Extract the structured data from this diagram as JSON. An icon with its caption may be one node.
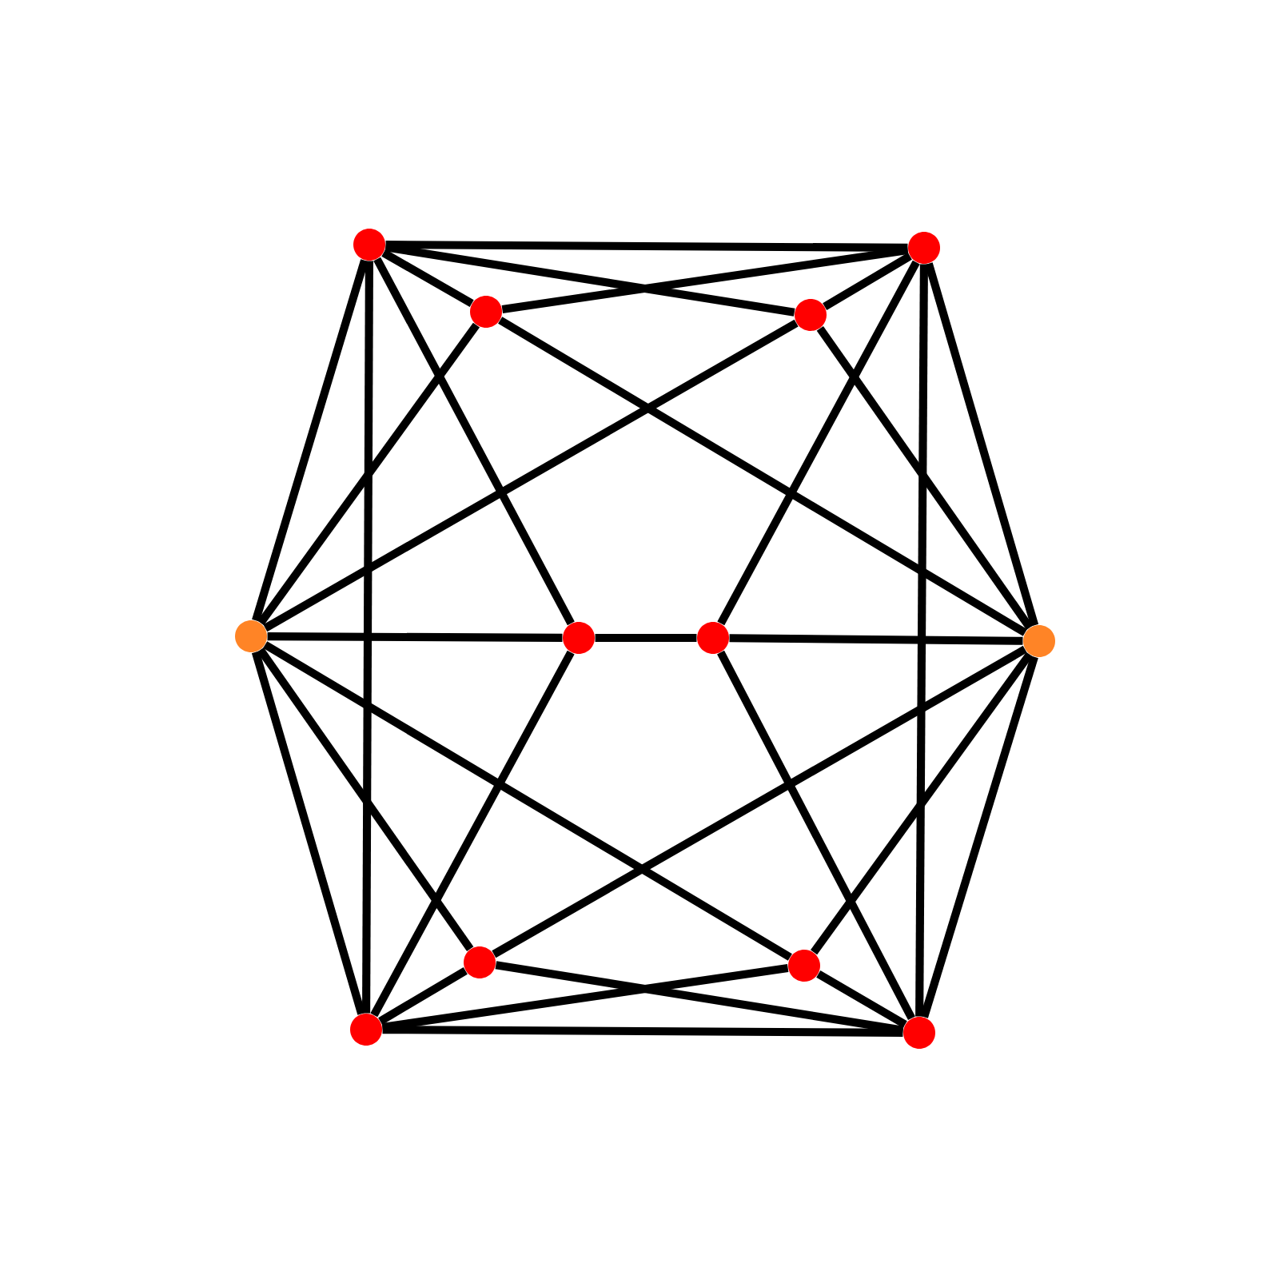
{
  "diagram": {
    "nodes": [
      {
        "text": [],
        "shape": "circle"
      },
      {
        "text": [],
        "shape": "circle"
      },
      {
        "text": [],
        "shape": "circle"
      },
      {
        "text": [],
        "shape": "circle"
      },
      {
        "text": [],
        "shape": "circle"
      },
      {
        "text": [],
        "shape": "circle"
      },
      {
        "text": [],
        "shape": "circle"
      },
      {
        "text": [],
        "shape": "circle"
      },
      {
        "text": [],
        "shape": "circle"
      },
      {
        "text": [],
        "shape": "circle"
      },
      {
        "text": [],
        "shape": "circle"
      },
      {
        "text": [],
        "shape": "circle"
      }
    ],
    "edges": [
      {
        "from": 0,
        "to": 1,
        "arrow": "none"
      },
      {
        "from": 0,
        "to": 3,
        "arrow": "none"
      },
      {
        "from": 0,
        "to": 2,
        "arrow": "none"
      },
      {
        "from": 0,
        "to": 4,
        "arrow": "none"
      },
      {
        "from": 0,
        "to": 10,
        "arrow": "none"
      },
      {
        "from": 0,
        "to": 5,
        "arrow": "none"
      },
      {
        "from": 1,
        "to": 2,
        "arrow": "none"
      },
      {
        "from": 1,
        "to": 3,
        "arrow": "none"
      },
      {
        "from": 1,
        "to": 6,
        "arrow": "none"
      },
      {
        "from": 1,
        "to": 11,
        "arrow": "none"
      },
      {
        "from": 1,
        "to": 7,
        "arrow": "none"
      },
      {
        "from": 2,
        "to": 7,
        "arrow": "none"
      },
      {
        "from": 2,
        "to": 4,
        "arrow": "none"
      },
      {
        "from": 3,
        "to": 4,
        "arrow": "none"
      },
      {
        "from": 3,
        "to": 7,
        "arrow": "none"
      },
      {
        "from": 4,
        "to": 5,
        "arrow": "none"
      },
      {
        "from": 4,
        "to": 10,
        "arrow": "none"
      },
      {
        "from": 4,
        "to": 8,
        "arrow": "none"
      },
      {
        "from": 4,
        "to": 9,
        "arrow": "none"
      },
      {
        "from": 7,
        "to": 6,
        "arrow": "none"
      },
      {
        "from": 7,
        "to": 8,
        "arrow": "none"
      },
      {
        "from": 7,
        "to": 9,
        "arrow": "none"
      },
      {
        "from": 7,
        "to": 11,
        "arrow": "none"
      },
      {
        "from": 5,
        "to": 6,
        "arrow": "none"
      },
      {
        "from": 5,
        "to": 10,
        "arrow": "none"
      },
      {
        "from": 6,
        "to": 11,
        "arrow": "none"
      },
      {
        "from": 8,
        "to": 10,
        "arrow": "none"
      },
      {
        "from": 8,
        "to": 11,
        "arrow": "none"
      },
      {
        "from": 9,
        "to": 10,
        "arrow": "none"
      },
      {
        "from": 9,
        "to": 11,
        "arrow": "none"
      },
      {
        "from": 10,
        "to": 11,
        "arrow": "none"
      }
    ]
  }
}
